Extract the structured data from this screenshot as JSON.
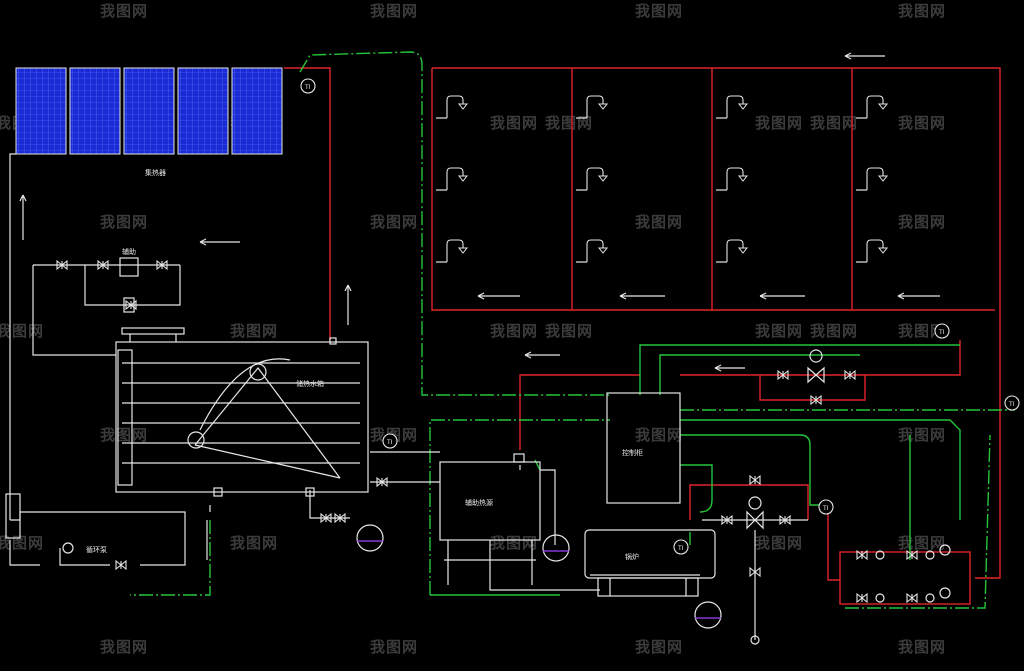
{
  "watermark": "我图网",
  "labels": {
    "solar_panel": "集热器",
    "tank": "储热水箱",
    "controller": "控制柜",
    "aux_heater": "辅助热源",
    "boiler": "锅炉",
    "pump": "循环泵",
    "tag_aux": "辅助"
  },
  "colors": {
    "hot_pipe": "#e0242b",
    "return_pipe": "#25c43a",
    "equipment": "#e6e6e6",
    "panel_fill": "#1a2bd6",
    "panel_grid": "#5a7bff",
    "watermark": "#3b3b3b"
  },
  "icons": [
    "gate-valve-icon",
    "check-valve-icon",
    "motor-valve-icon",
    "temperature-sensor-icon",
    "pressure-gauge-icon",
    "shower-head-icon",
    "float-valve-icon",
    "flow-arrow-icon"
  ]
}
